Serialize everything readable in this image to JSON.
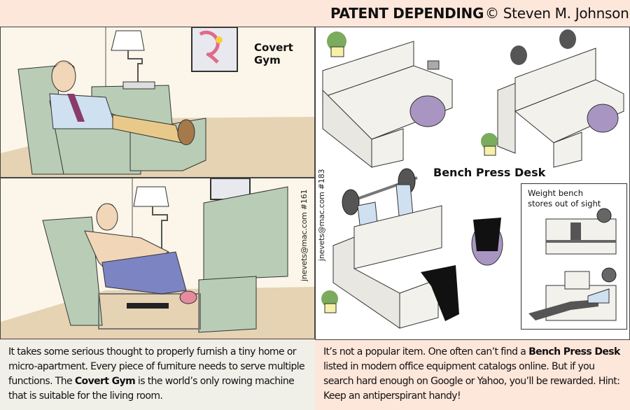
{
  "header": {
    "title": "PATENT DEPENDING",
    "credit": "© Steven M. Johnson"
  },
  "panels": {
    "covert_gym": {
      "label_line1": "Covert",
      "label_line2": "Gym",
      "signature": "jnevets@mac.com   #161"
    },
    "bench_press": {
      "label": "Bench Press Desk",
      "signature": "jnevets@mac.com   #183",
      "inset_line1": "Weight bench",
      "inset_line2": "stores out of sight"
    }
  },
  "captions": {
    "left": {
      "part1": "It takes some serious thought to properly furnish a tiny home or micro-apartment. Every piece of furniture needs to serve multiple functions. The ",
      "bold": "Covert Gym",
      "part2": " is the world’s only rowing machine that is suitable for the living room."
    },
    "right": {
      "part1": "It’s not a popular item. One often can’t find a ",
      "bold": "Bench Press Desk",
      "part2": " listed in modern office equipment catalogs online. But if you search hard enough on Google or Yahoo, you’ll be rewarded. Hint: Keep an antiperspirant handy!"
    }
  },
  "colors": {
    "background_peach": "#fde6da",
    "wall": "#fbf6e9",
    "floor": "#e6d3b3",
    "chair_green": "#b9cdb6",
    "desk_white": "#f3f1ec",
    "chair_purple": "#a995c2",
    "pants_blue": "#7c84c4",
    "shirt_blue": "#cfe0f0"
  }
}
